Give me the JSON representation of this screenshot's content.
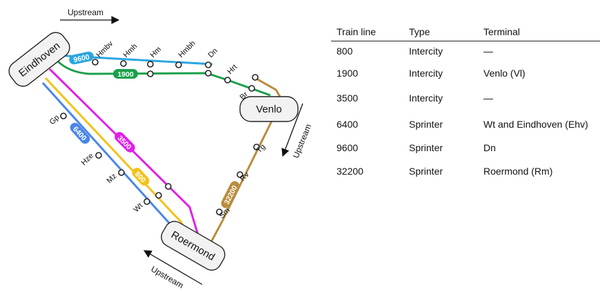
{
  "diagram": {
    "upstream_label": "Upstream",
    "cities": {
      "eindhoven": "Eindhoven",
      "venlo": "Venlo",
      "roermond": "Roermond"
    },
    "stations": {
      "hmbv": "Hmbv",
      "hmh": "Hmh",
      "hm": "Hm",
      "hmbh": "Hmbh",
      "dn": "Dn",
      "hrt": "Hrt",
      "br": "Br",
      "tg": "Tg",
      "rv": "Rv",
      "sm": "Sm",
      "gp": "Gp",
      "hze": "Hze",
      "mz": "Mz",
      "wt": "Wt"
    },
    "line_badges": {
      "l9600": "9600",
      "l1900": "1900",
      "l3500": "3500",
      "l6400": "6400",
      "l800": "800",
      "l32200": "32200"
    },
    "line_colors": {
      "l9600": "#2aa6e0",
      "l1900": "#1aa04a",
      "l3500": "#e020e8",
      "l6400": "#4a86e8",
      "l800": "#f2c21a",
      "l32200": "#b98c3e"
    }
  },
  "table": {
    "headers": [
      "Train line",
      "Type",
      "Terminal"
    ],
    "rows": [
      {
        "line": "800",
        "type": "Intercity",
        "terminal": "—"
      },
      {
        "line": "1900",
        "type": "Intercity",
        "terminal": "Venlo (Vl)"
      },
      {
        "line": "3500",
        "type": "Intercity",
        "terminal": "—"
      },
      {
        "line": "6400",
        "type": "Sprinter",
        "terminal": "Wt and Eindhoven (Ehv)"
      },
      {
        "line": "9600",
        "type": "Sprinter",
        "terminal": "Dn"
      },
      {
        "line": "32200",
        "type": "Sprinter",
        "terminal": "Roermond (Rm)"
      }
    ]
  }
}
